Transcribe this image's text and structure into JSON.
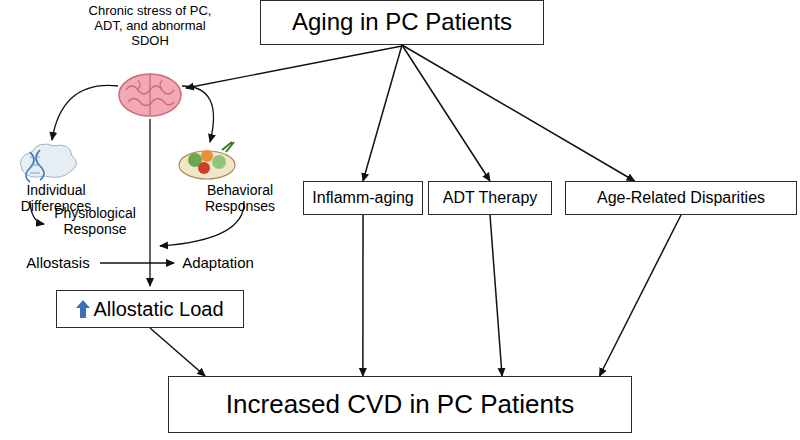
{
  "diagram": {
    "nodes": [
      {
        "text": [
          "Aging in PC Patients"
        ]
      },
      {
        "text": [
          "Inflamm-aging"
        ]
      },
      {
        "text": [
          "ADT Therapy"
        ]
      },
      {
        "text": [
          "Age-Related Disparities"
        ]
      },
      {
        "text": [
          "Allostatic Load"
        ]
      },
      {
        "text": [
          "Increased CVD in PC Patients"
        ]
      }
    ],
    "edges": [
      {
        "from": 0,
        "to": 1,
        "arrow": "to"
      },
      {
        "from": 0,
        "to": 2,
        "arrow": "to"
      },
      {
        "from": 0,
        "to": 3,
        "arrow": "to"
      },
      {
        "from": 4,
        "to": 5,
        "arrow": "to"
      },
      {
        "from": 1,
        "to": 5,
        "arrow": "to"
      },
      {
        "from": 2,
        "to": 5,
        "arrow": "to"
      },
      {
        "from": 3,
        "to": 5,
        "arrow": "to"
      }
    ],
    "labels": [
      "Chronic stress of PC, ADT, and abnormal SDOH",
      "Individual Differences",
      "Behavioral Responses",
      "Physiological Response",
      "Allostasis",
      "Adaptation"
    ]
  }
}
